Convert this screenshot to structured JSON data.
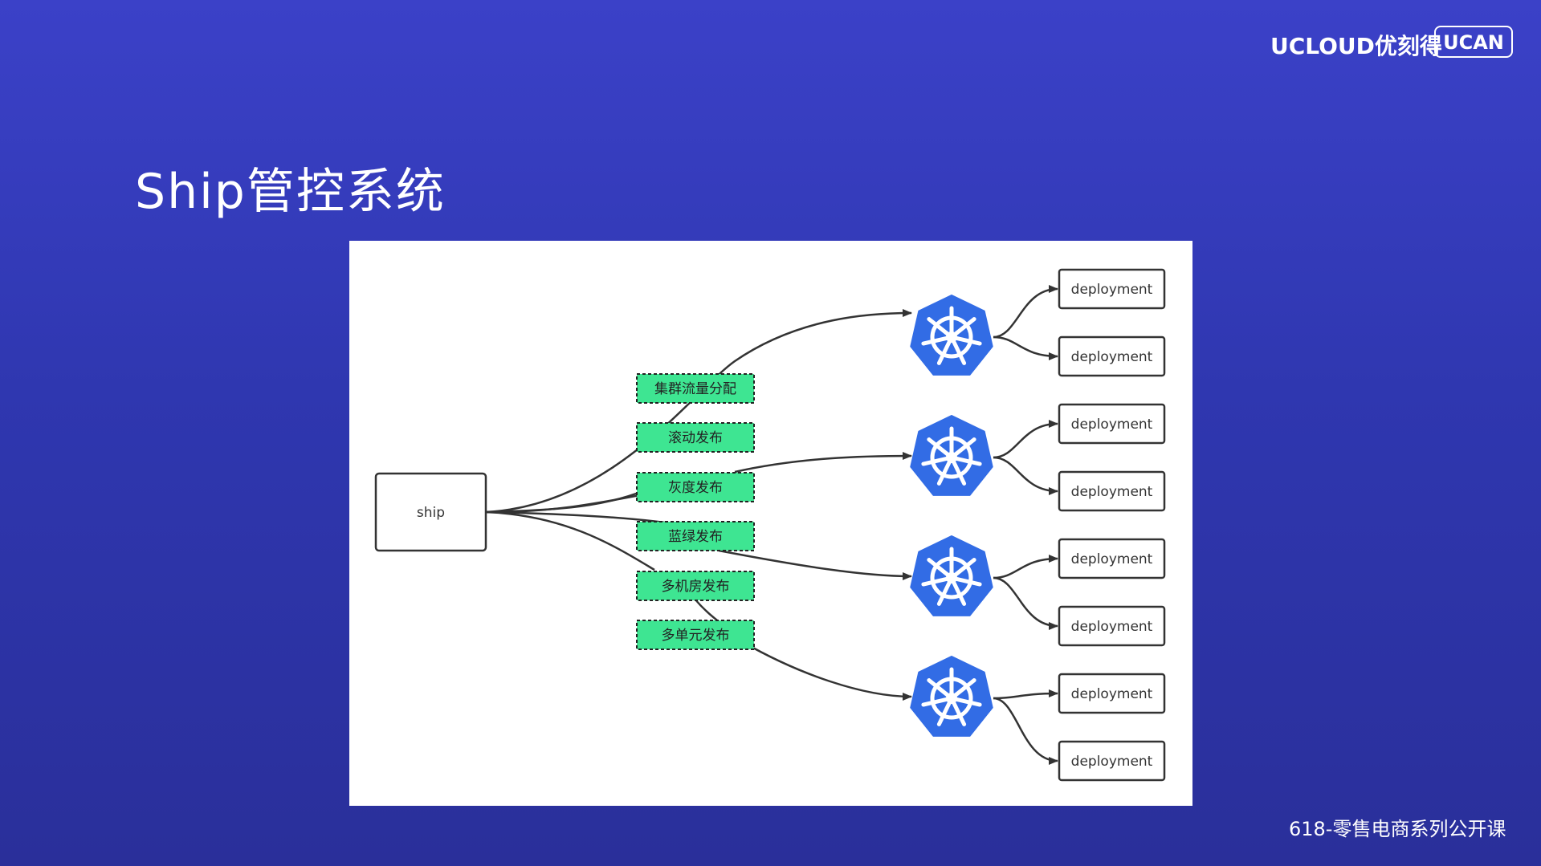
{
  "slide": {
    "title": "Ship管控系统",
    "brand": "UCLOUD优刻得",
    "badge": "UCAN",
    "footer": "618-零售电商系列公开课"
  },
  "diagram": {
    "source": "ship",
    "tags": [
      "集群流量分配",
      "滚动发布",
      "灰度发布",
      "蓝绿发布",
      "多机房发布",
      "多单元发布"
    ],
    "clusters": [
      {
        "icon": "kubernetes-icon",
        "children": [
          "deployment",
          "deployment"
        ]
      },
      {
        "icon": "kubernetes-icon",
        "children": [
          "deployment",
          "deployment"
        ]
      },
      {
        "icon": "kubernetes-icon",
        "children": [
          "deployment",
          "deployment"
        ]
      },
      {
        "icon": "kubernetes-icon",
        "children": [
          "deployment",
          "deployment"
        ]
      }
    ],
    "colors": {
      "cluster": "#326ce5",
      "tag_fill": "#3ee592",
      "edge": "#333333",
      "node_border": "#333333"
    }
  }
}
